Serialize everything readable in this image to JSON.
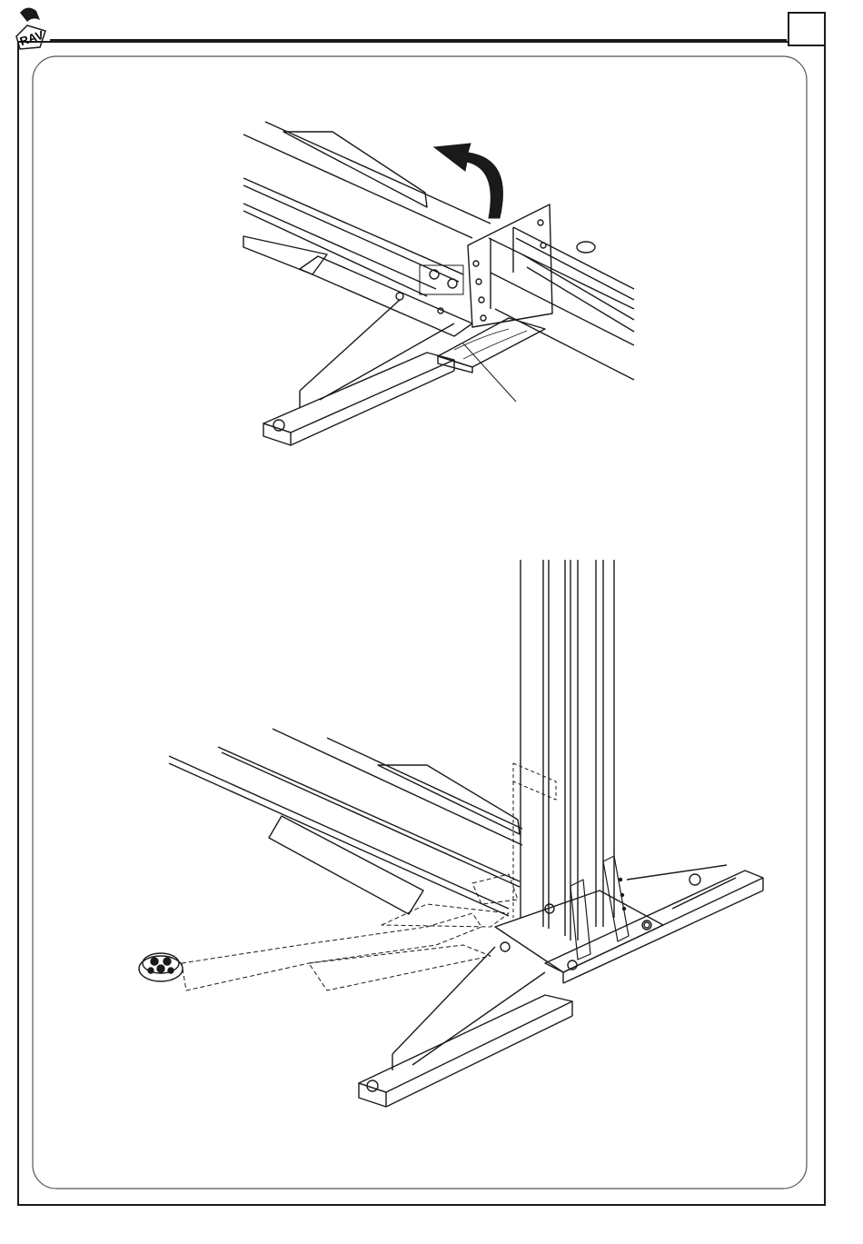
{
  "header": {
    "logo_text": "RAV",
    "page_number": ""
  },
  "diagrams": [
    {
      "name": "column-lifting-detail",
      "arrow": "rotate-upward"
    },
    {
      "name": "column-raised-on-base",
      "arrow": ""
    }
  ],
  "colors": {
    "ink": "#1a1a1a",
    "frame": "#333333",
    "paper": "#ffffff"
  }
}
